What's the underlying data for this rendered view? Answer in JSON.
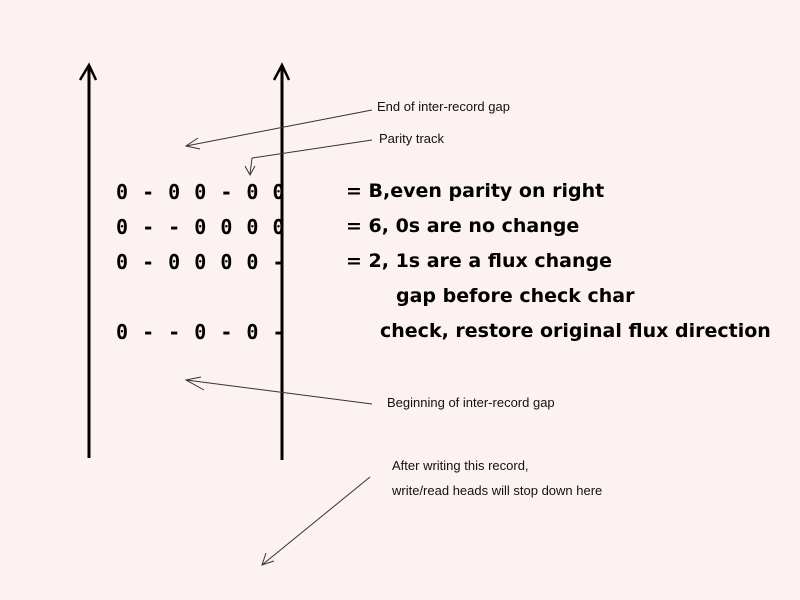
{
  "annotations": {
    "end_gap": "End of inter-record gap",
    "parity_track": "Parity track",
    "begin_gap": "Beginning of inter-record gap",
    "after_writing_line1": "After writing this record,",
    "after_writing_line2": "write/read heads will stop down here"
  },
  "rows": [
    {
      "code": "0 - 0 0 - 0 0",
      "desc": "= B,even parity on right"
    },
    {
      "code": "0 - - 0 0 0 0",
      "desc": "= 6, 0s are no change"
    },
    {
      "code": "0 - 0 0 0 0 -",
      "desc": "= 2, 1s are a flux change"
    },
    {
      "code": "",
      "desc": "gap before check char"
    },
    {
      "code": "0 - - 0 - 0 -",
      "desc": "check, restore original flux direction"
    }
  ],
  "colors": {
    "background": "#fbf2f1",
    "ink": "#000000",
    "pointer": "#333333"
  }
}
